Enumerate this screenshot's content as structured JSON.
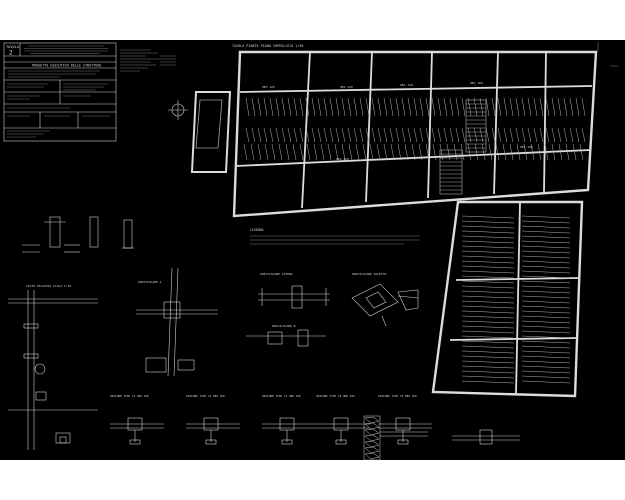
{
  "sheet": {
    "tavola_label": "TAVOLA",
    "tavola_number": "2",
    "project_title": "PROGETTO ESECUTIVO DELLE STRUTTURE",
    "plan_title": "TAVOLA PIANTA PIANO SOPPALCATO 1/50",
    "legend_title": "LEGENDA",
    "detail_a": "PARTICOLARE A",
    "detail_b": "PARTICOLARE B",
    "detail_cordoli": "PARTICOLARE CATENA",
    "detail_solette": "PARTICOLARE SOLETTE",
    "section_pilastri": "VISTE PILASTRI  SCALA 1:10",
    "sections": [
      "SEZIONE TIPO C1 HEA 100",
      "SEZIONE TIPO C2 HEA 100",
      "SEZIONE TIPO C3 UNP 100",
      "SEZIONE TIPO C4 UNP 100",
      "SEZIONE TIPO C5 HEA 100"
    ],
    "beam_labels": [
      "HEA 120",
      "HEA 120",
      "HEA 120",
      "HEA 160",
      "HEA 120",
      "HEA 100"
    ]
  },
  "colors": {
    "background": "#000000",
    "paper": "#ffffff",
    "line": "#d9d9d9",
    "dim": "#9a9a9a"
  }
}
